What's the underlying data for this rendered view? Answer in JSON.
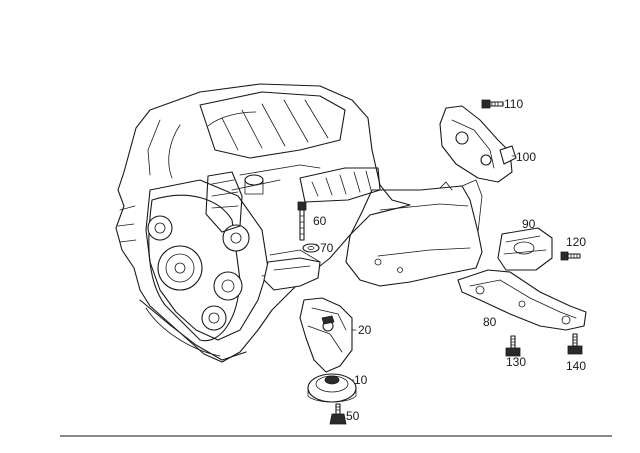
{
  "diagram": {
    "callouts": [
      {
        "id": "110",
        "label": "110"
      },
      {
        "id": "100",
        "label": "100"
      },
      {
        "id": "90",
        "label": "90"
      },
      {
        "id": "120",
        "label": "120"
      },
      {
        "id": "60",
        "label": "60"
      },
      {
        "id": "70",
        "label": "70"
      },
      {
        "id": "80",
        "label": "80"
      },
      {
        "id": "20",
        "label": "20"
      },
      {
        "id": "130",
        "label": "130"
      },
      {
        "id": "140",
        "label": "140"
      },
      {
        "id": "10",
        "label": "10"
      },
      {
        "id": "50",
        "label": "50"
      }
    ]
  }
}
